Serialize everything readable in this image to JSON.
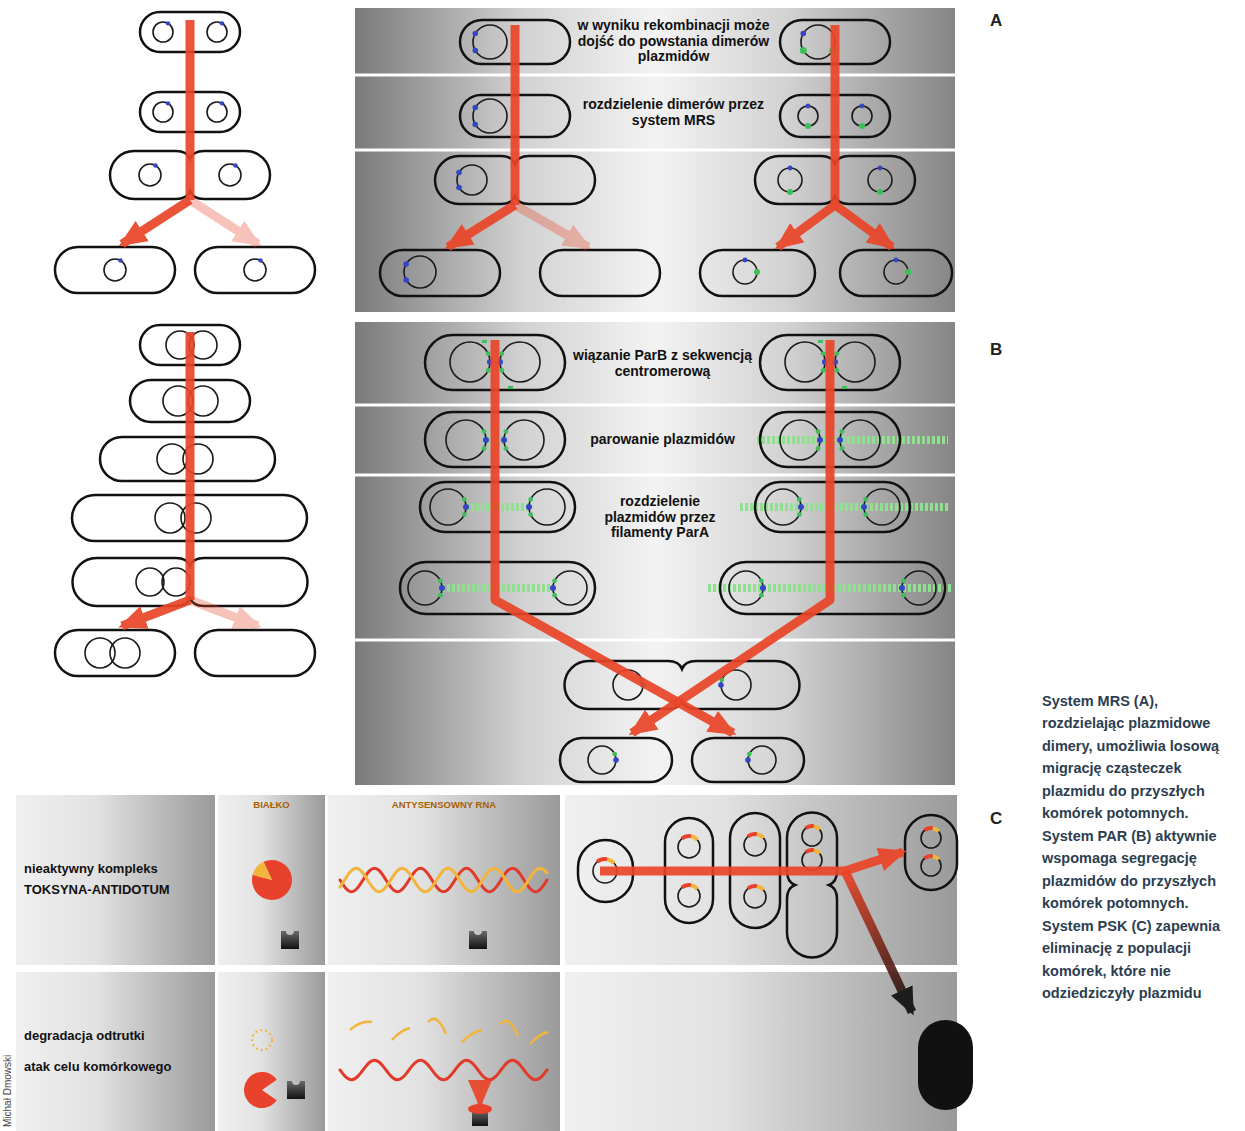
{
  "diagram": {
    "caption": "System MRS (A), rozdzielając plazmidowe dimery, umożliwia losową migrację cząsteczek plazmidu do przyszłych komórek potomnych. System PAR (B) aktywnie wspomaga segregację plazmidów do przyszłych komórek potomnych. System PSK (C) zapewnia eliminację z populacji komórek, które nie odziedziczyły plazmidu",
    "nodes": [
      {
        "text": [
          "w wyniku rekombinacji może dojść do powstania dimerów plazmidów"
        ]
      },
      {
        "text": [
          "rozdzielenie dimerów przez system MRS"
        ]
      },
      {
        "text": [
          "wiązanie ParB z sekwencją centromerową"
        ]
      },
      {
        "text": [
          "parowanie plazmidów"
        ]
      },
      {
        "text": [
          "rozdzielenie plazmidów przez filamenty ParA"
        ]
      },
      {
        "text": [
          "nieaktywny kompleks",
          "TOKSYNA-ANTIDOTUM"
        ]
      },
      {
        "text": [
          "degradacja odtrutki",
          "atak celu komórkowego"
        ]
      }
    ],
    "labels": [
      "A",
      "B",
      "BIAŁKO",
      "ANTYSENSOWNY RNA",
      "C",
      "Michał Dmowski"
    ]
  }
}
